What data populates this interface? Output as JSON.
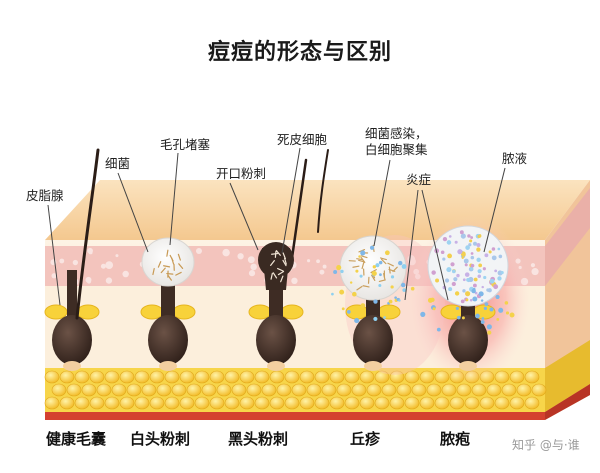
{
  "title": "痘痘的形态与区别",
  "labels": {
    "sebaceous_gland": "皮脂腺",
    "bacteria": "细菌",
    "pore_blockage": "毛孔堵塞",
    "open_comedone": "开口粉刺",
    "dead_skin_cells": "死皮细胞",
    "infection_line1": "细菌感染，",
    "infection_line2": "白细胞聚集",
    "inflammation": "炎症",
    "pus": "脓液"
  },
  "stages": [
    "健康毛囊",
    "白头粉刺",
    "黑头粉刺",
    "丘疹",
    "脓疱"
  ],
  "watermark": "知乎 @与·谁",
  "colors": {
    "skin_top": "#f6d2a2",
    "dermis": "#fbebd3",
    "pink_band": "#f0b7b1",
    "fat": "#f5cc2c",
    "follicle": "#3e2c24",
    "inflamed_glow": "#f08a8a"
  }
}
